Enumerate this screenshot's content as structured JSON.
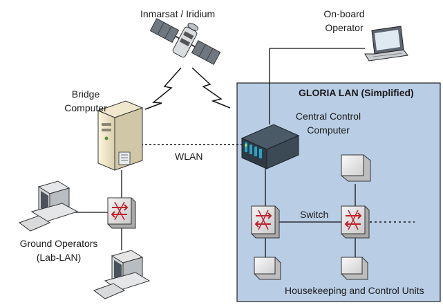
{
  "labels": {
    "satellite": "Inmarsat / Iridium",
    "onboard_operator_1": "On-board",
    "onboard_operator_2": "Operator",
    "bridge_1": "Bridge",
    "bridge_2": "Computer",
    "gloria_lan": "GLORIA LAN (Simplified)",
    "central_1": "Central Control",
    "central_2": "Computer",
    "wlan": "WLAN",
    "switch": "Switch",
    "ground_1": "Ground Operators",
    "ground_2": "(Lab-LAN)",
    "units": "Housekeeping and Control Units"
  },
  "colors": {
    "lan_fill": "#b9cde5",
    "lan_border": "#1f1f1f",
    "switch_red": "#c0202a",
    "server_dark": "#2e3b45",
    "server_accent": "#2ba3c8",
    "box_fill": "#e6e6e6",
    "line": "#111111"
  },
  "icons": [
    "satellite-icon",
    "laptop-icon",
    "server-tower-icon",
    "rack-server-icon",
    "switch-icon",
    "workstation-icon",
    "device-box-icon",
    "lightning-icon"
  ]
}
